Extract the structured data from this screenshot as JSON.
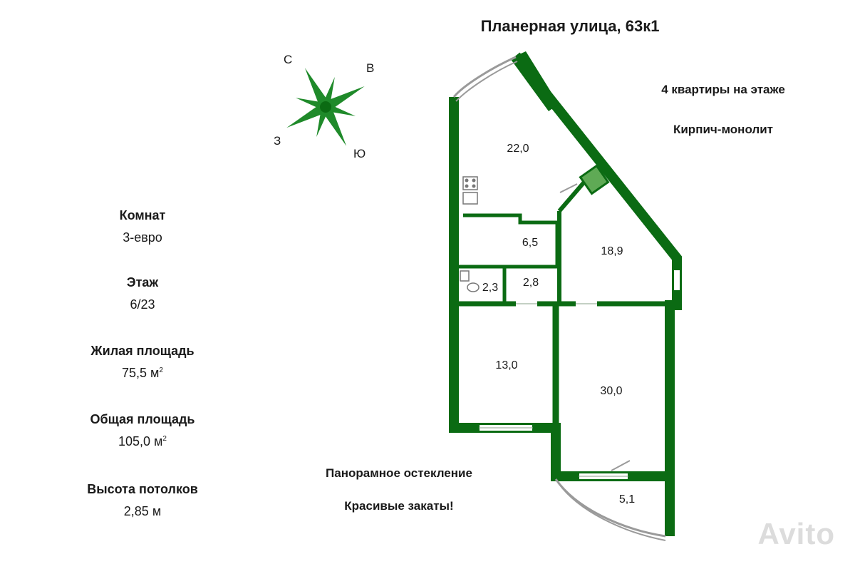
{
  "title": "Планерная улица, 63к1",
  "notes": {
    "apartments_per_floor": "4 квартиры на этаже",
    "building_type": "Кирпич-монолит",
    "glazing": "Панорамное остекление",
    "sunsets": "Красивые закаты!"
  },
  "compass": {
    "north": "С",
    "east": "В",
    "west": "З",
    "south": "Ю"
  },
  "info": [
    {
      "label": "Комнат",
      "value": "3-евро",
      "unit": ""
    },
    {
      "label": "Этаж",
      "value": "6/23",
      "unit": ""
    },
    {
      "label": "Жилая площадь",
      "value": "75,5 м",
      "unit": "2"
    },
    {
      "label": "Общая площадь",
      "value": "105,0 м",
      "unit": "2"
    },
    {
      "label": "Высота потолков",
      "value": "2,85 м",
      "unit": ""
    }
  ],
  "rooms": {
    "kitchen": "22,0",
    "hall": "6,5",
    "bedroom_east": "18,9",
    "bath": "2,3",
    "wc": "2,8",
    "bedroom_mid": "13,0",
    "living": "30,0",
    "balcony": "5,1"
  },
  "watermark": "Avito",
  "colors": {
    "wall": "#0b6b13",
    "compass": "#1f8a2a"
  }
}
